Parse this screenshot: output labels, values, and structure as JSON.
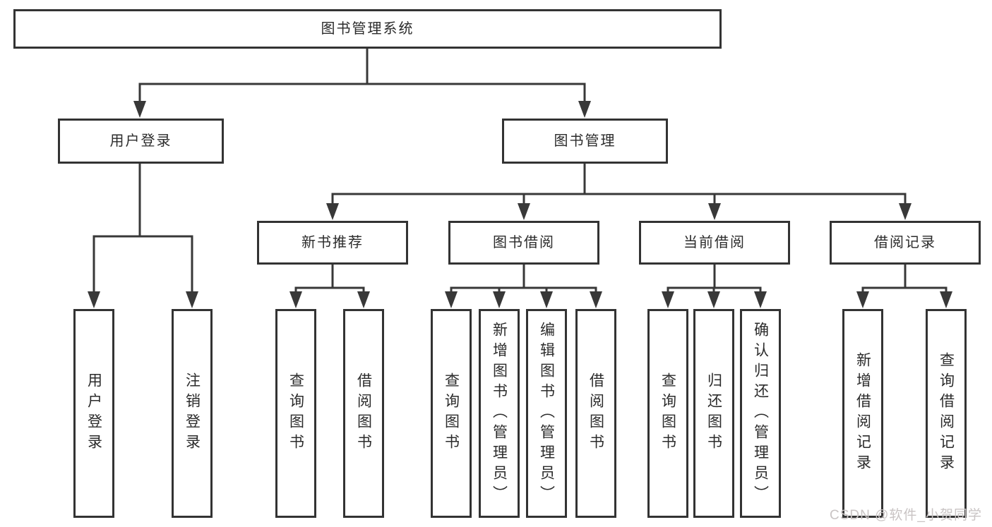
{
  "tree": {
    "label": "图书管理系统",
    "children": [
      {
        "label": "用户登录",
        "children": [
          {
            "label": "用户登录"
          },
          {
            "label": "注销登录"
          }
        ]
      },
      {
        "label": "图书管理",
        "children": [
          {
            "label": "新书推荐",
            "children": [
              {
                "label": "查询图书"
              },
              {
                "label": "借阅图书"
              }
            ]
          },
          {
            "label": "图书借阅",
            "children": [
              {
                "label": "查询图书"
              },
              {
                "label": "新增图书（管理员）"
              },
              {
                "label": "编辑图书（管理员）"
              },
              {
                "label": "借阅图书"
              }
            ]
          },
          {
            "label": "当前借阅",
            "children": [
              {
                "label": "查询图书"
              },
              {
                "label": "归还图书"
              },
              {
                "label": "确认归还（管理员）"
              }
            ]
          },
          {
            "label": "借阅记录",
            "children": [
              {
                "label": "新增借阅记录"
              },
              {
                "label": "查询借阅记录"
              }
            ]
          }
        ]
      }
    ]
  },
  "watermark": {
    "text": "CSDN @软件_小贺同学"
  },
  "colors": {
    "line": "#383838",
    "box_border": "#333333",
    "text": "#2b2b2b",
    "watermark": "#c9c4c4",
    "background": "#ffffff"
  }
}
